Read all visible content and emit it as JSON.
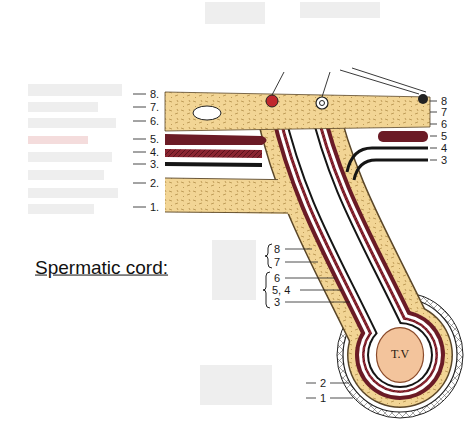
{
  "diagram": {
    "title": "Spermatic cord:",
    "nodes": [
      {
        "text": [
          "T.V"
        ]
      }
    ],
    "labels": [
      "8.",
      "7.",
      "6.",
      "5.",
      "4.",
      "3.",
      "2.",
      "1.",
      "8",
      "7",
      "6",
      "5",
      "4",
      "3",
      "8",
      "7",
      "6",
      "5, 4",
      "3",
      "2",
      "1"
    ]
  }
}
